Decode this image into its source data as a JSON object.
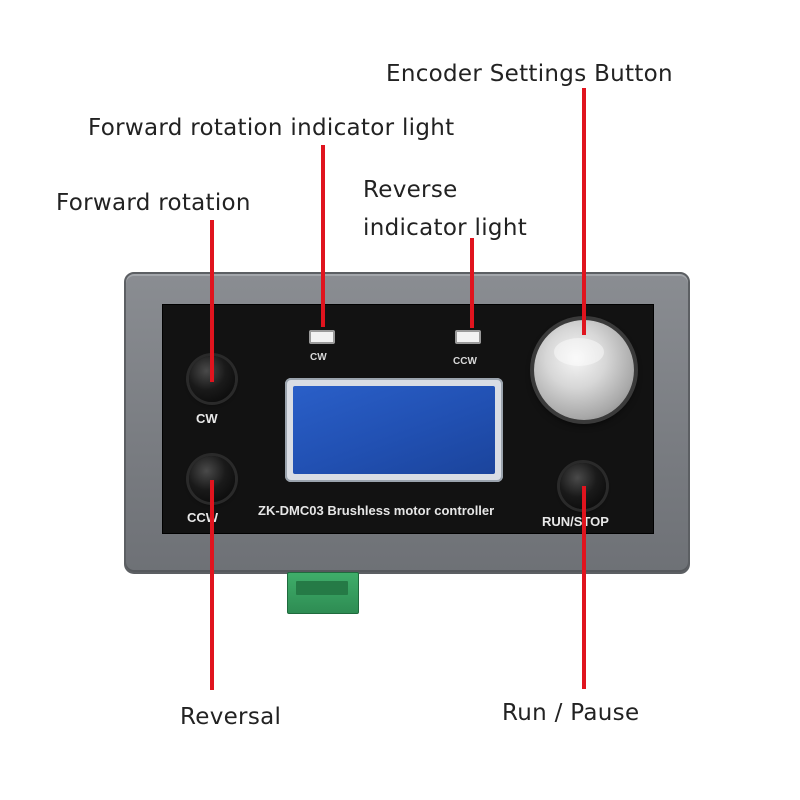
{
  "callouts": {
    "encoder": "Encoder Settings Button",
    "forward_light": "Forward rotation indicator light",
    "reverse_light_line1": "Reverse",
    "reverse_light_line2": "indicator light",
    "forward": "Forward rotation",
    "reversal": "Reversal",
    "run_pause": "Run / Pause"
  },
  "device": {
    "btn_cw": "CW",
    "btn_ccw": "CCW",
    "btn_run_stop": "RUN/STOP",
    "led_cw": "CW",
    "led_ccw": "CCW",
    "model_label": "ZK-DMC03 Brushless motor controller"
  },
  "colors": {
    "leader_line": "#e0141e",
    "enclosure": "#7a7d82",
    "faceplate": "#121212",
    "lcd": "#2150b2",
    "terminal": "#2e8c53"
  }
}
